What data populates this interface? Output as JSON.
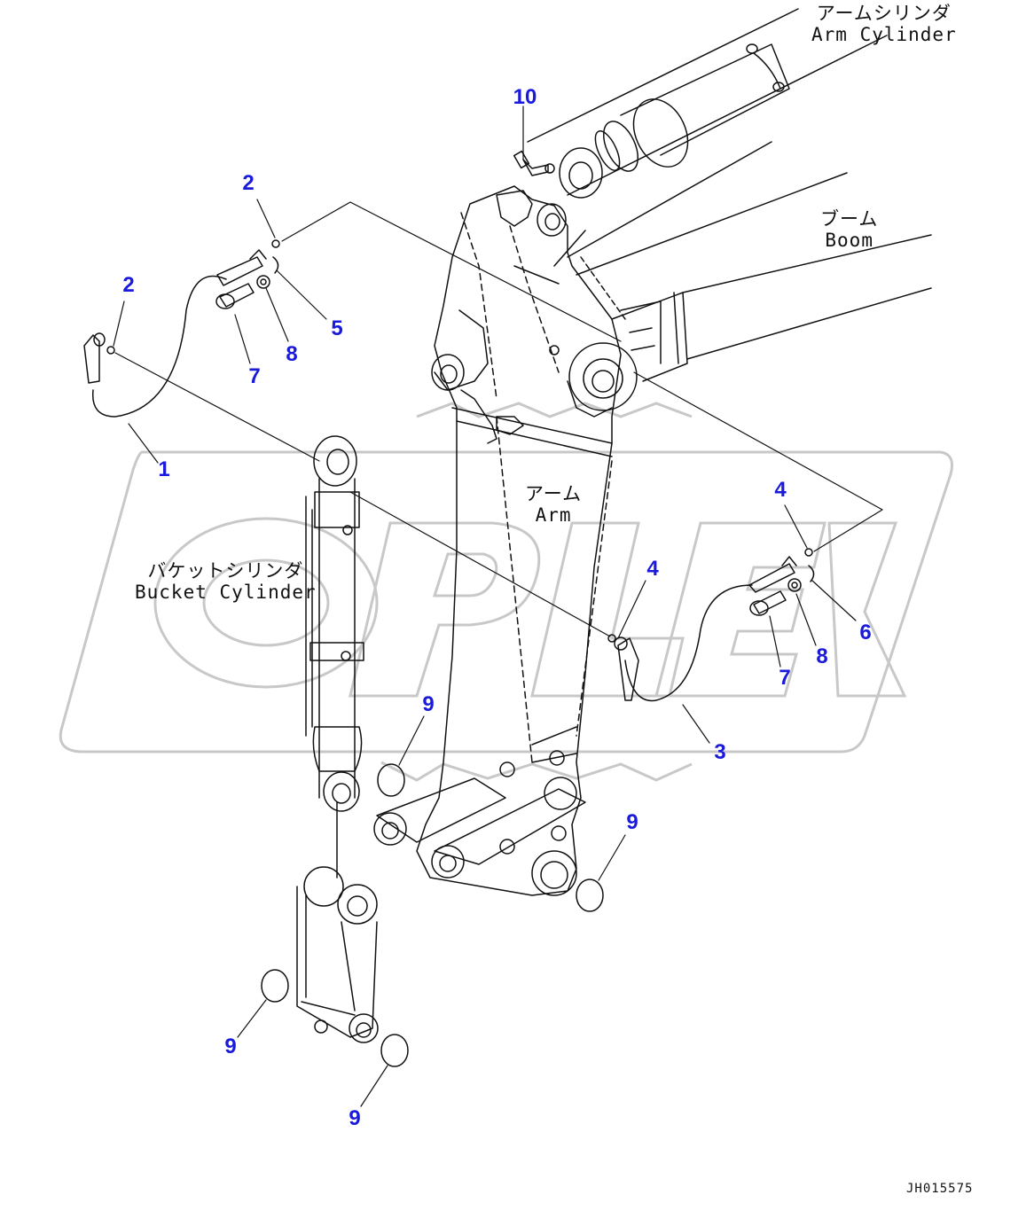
{
  "labels": {
    "arm_cylinder_jp": "アームシリンダ",
    "arm_cylinder_en": "Arm Cylinder",
    "boom_jp": "ブーム",
    "boom_en": "Boom",
    "arm_jp": "アーム",
    "arm_en": "Arm",
    "bucket_cylinder_jp": "バケットシリンダ",
    "bucket_cylinder_en": "Bucket Cylinder"
  },
  "watermark": "OPEX",
  "drawing_code": "JH015575",
  "callouts": [
    "10",
    "2",
    "2",
    "5",
    "8",
    "7",
    "1",
    "4",
    "4",
    "6",
    "8",
    "7",
    "3",
    "9",
    "9",
    "9",
    "9"
  ],
  "colors": {
    "callout": "#1a1adc",
    "line": "#111111",
    "watermark": "#c8c8c8"
  }
}
